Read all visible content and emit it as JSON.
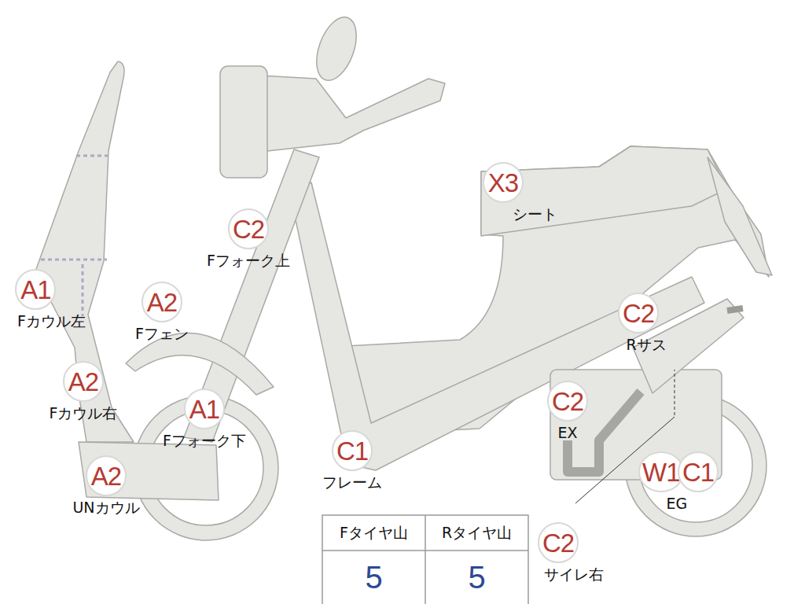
{
  "diagram": {
    "nodes": [
      {
        "text": [
          "X3",
          "シート"
        ]
      },
      {
        "text": [
          "C2",
          "Fフォーク上"
        ]
      },
      {
        "text": [
          "A1",
          "Fカウル左"
        ]
      },
      {
        "text": [
          "A2",
          "Fフェン"
        ]
      },
      {
        "text": [
          "C2",
          "Rサス"
        ]
      },
      {
        "text": [
          "A2",
          "Fカウル右"
        ]
      },
      {
        "text": [
          "A1",
          "Fフォーク下"
        ]
      },
      {
        "text": [
          "C2",
          "EX"
        ]
      },
      {
        "text": [
          "C1",
          "フレーム"
        ]
      },
      {
        "text": [
          "W1",
          "EG"
        ]
      },
      {
        "text": [
          "C1"
        ]
      },
      {
        "text": [
          "A2",
          "UNカウル"
        ]
      },
      {
        "text": [
          "C2",
          "サイレ右"
        ]
      }
    ],
    "labels": [
      "Fタイヤ山",
      "Rタイヤ山",
      "5",
      "5"
    ]
  }
}
